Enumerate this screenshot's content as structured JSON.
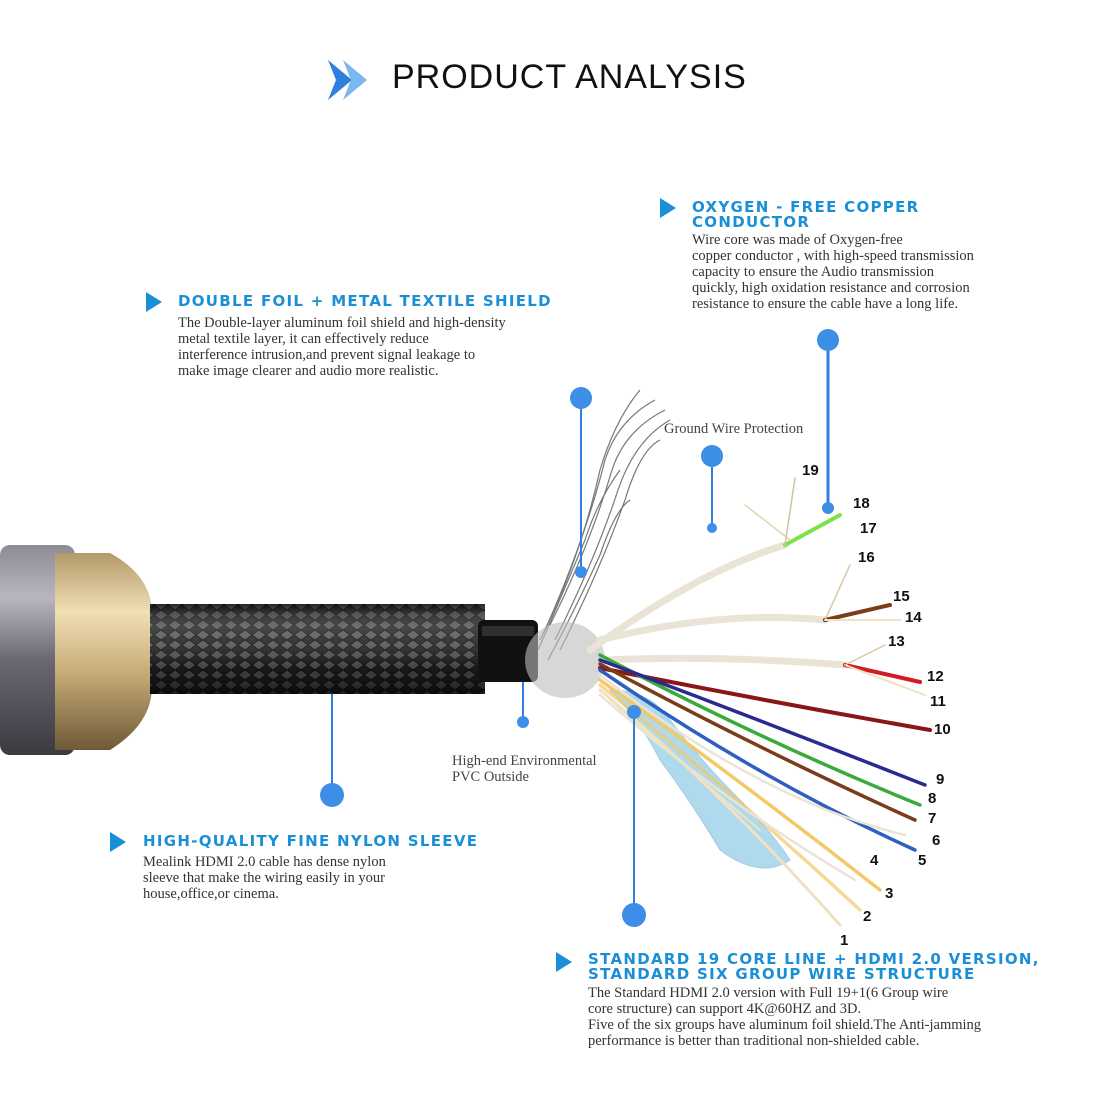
{
  "title": "PRODUCT ANALYSIS",
  "accent_color": "#1a8fd6",
  "sections": {
    "copper": {
      "heading": "OXYGEN - FREE COPPER\nCONDUCTOR",
      "body": "Wire core was made of Oxygen-free\ncopper conductor , with high-speed transmission\ncapacity to ensure the Audio transmission\nquickly, high oxidation resistance and corrosion\nresistance to ensure the cable have a long life."
    },
    "foil": {
      "heading": "DOUBLE FOIL + METAL TEXTILE SHIELD",
      "body": "The Double-layer aluminum foil shield and high-density\nmetal textile layer, it can effectively reduce\ninterference intrusion,and prevent signal leakage to\nmake image clearer and audio more realistic."
    },
    "nylon": {
      "heading": "HIGH-QUALITY FINE NYLON SLEEVE",
      "body": "Mealink HDMI 2.0 cable has dense nylon\nsleeve that make the wiring easily in your\nhouse,office,or cinema."
    },
    "standard": {
      "heading": "STANDARD 19 CORE LINE + HDMI 2.0 VERSION,\nSTANDARD SIX GROUP WIRE STRUCTURE",
      "body": "The Standard HDMI 2.0 version with Full 19+1(6 Group wire\ncore structure) can support 4K@60HZ and 3D.\nFive of the six groups have aluminum foil shield.The Anti-jamming\nperformance is better than traditional non-shielded cable."
    }
  },
  "labels": {
    "ground": "Ground Wire Protection",
    "pvc": "High-end Environmental\nPVC Outside"
  },
  "wire_numbers": [
    "1",
    "2",
    "3",
    "4",
    "5",
    "6",
    "7",
    "8",
    "9",
    "10",
    "11",
    "12",
    "13",
    "14",
    "15",
    "16",
    "17",
    "18",
    "19"
  ]
}
